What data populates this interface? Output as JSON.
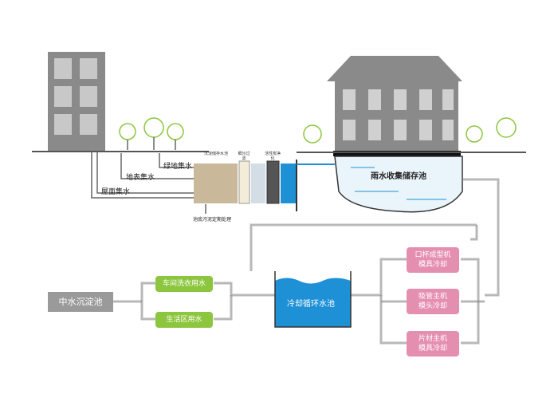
{
  "top": {
    "pipes": [
      "绿地集水",
      "地表集水",
      "屋面集水"
    ],
    "tanks": [
      "沉淀储存水池",
      "细沙过滤",
      "活性炭净化"
    ],
    "sludge": "池底污泥定期处理",
    "rain_tank": "雨水收集储存池"
  },
  "bottom": {
    "settling": "中水沉淀池",
    "uses": [
      "车间洗衣用水",
      "生活区用水"
    ],
    "cooling_pool": "冷却循环水池",
    "machines": [
      "口杯成型机\n模具冷却",
      "吸管主机\n模头冷却",
      "片材主机\n模具冷却"
    ]
  },
  "colors": {
    "green": "#8cc63f",
    "pink": "#e58fb0",
    "blue": "#1e90d6",
    "gray": "#9a9a9a",
    "sediment": "#c9b99a"
  }
}
